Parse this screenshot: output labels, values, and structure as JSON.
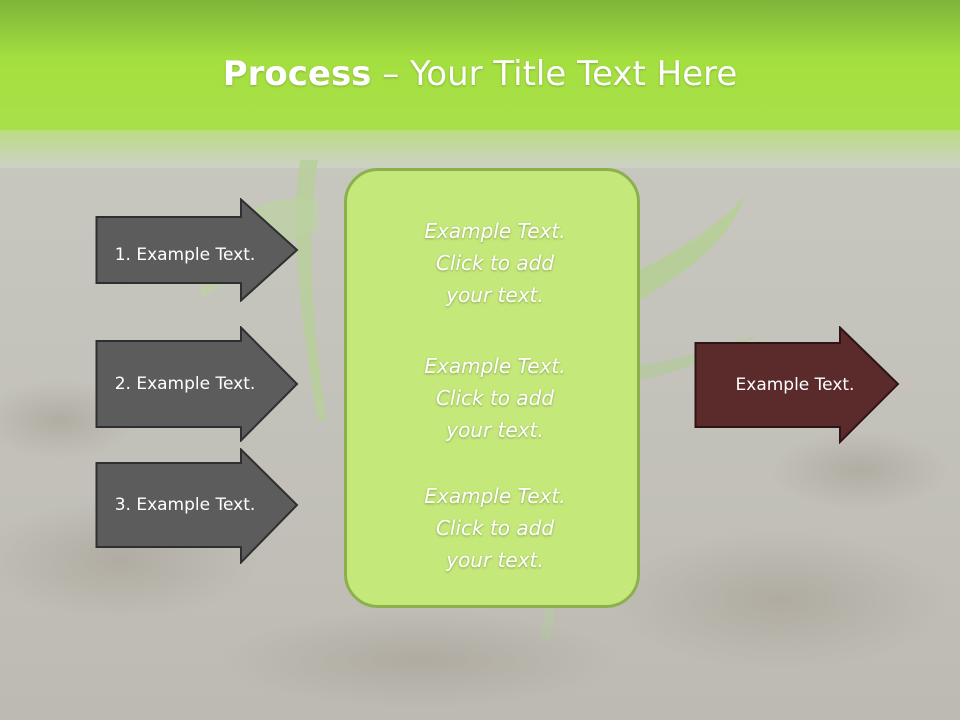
{
  "title": {
    "bold": "Process",
    "rest": " – Your Title Text Here"
  },
  "steps": [
    {
      "label": "1. Example Text."
    },
    {
      "label": "2. Example Text."
    },
    {
      "label": "3. Example Text."
    }
  ],
  "center_box": {
    "blocks": [
      {
        "lines": [
          "Example Text.",
          "Click  to add",
          "your text."
        ]
      },
      {
        "lines": [
          "Example Text.",
          "Click  to add",
          "your text."
        ]
      },
      {
        "lines": [
          "Example Text.",
          "Click  to add",
          "your text."
        ]
      }
    ]
  },
  "output": {
    "label": "Example Text."
  },
  "colors": {
    "header_green": "#a6e03c",
    "step_arrow_fill": "#5c5c5c",
    "center_box_fill": "#c5e87a",
    "output_arrow_fill": "#5b2a2a"
  }
}
